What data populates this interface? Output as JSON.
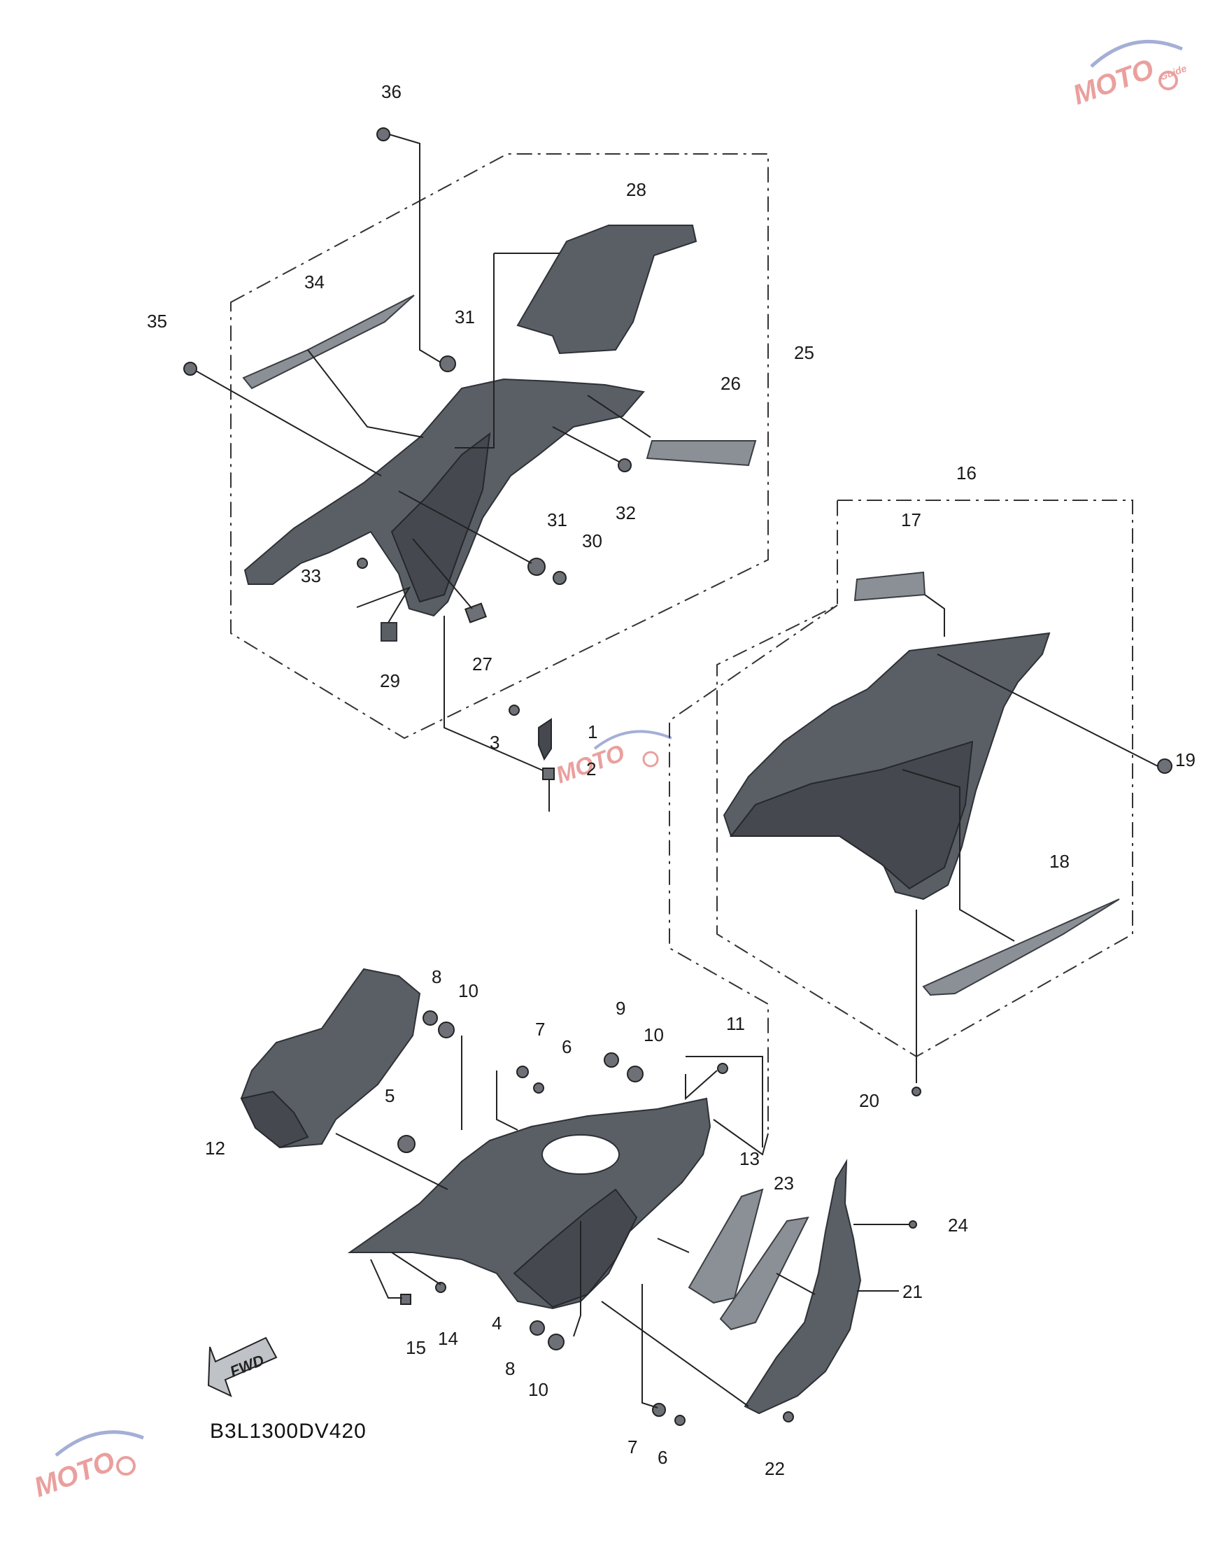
{
  "diagram_code": "B3L1300DV420",
  "fwd_label": "FWD",
  "watermark": {
    "main": "MOTO",
    "sub": "Guide",
    "accent": "#d9534f",
    "wing": "#5b6fb5"
  },
  "callouts": [
    "1",
    "2",
    "3",
    "4",
    "5",
    "6",
    "7",
    "8",
    "9",
    "10",
    "11",
    "12",
    "13",
    "14",
    "15",
    "16",
    "17",
    "18",
    "19",
    "20",
    "21",
    "22",
    "23",
    "24",
    "25",
    "26",
    "27",
    "28",
    "29",
    "30",
    "31",
    "32",
    "33",
    "34",
    "35",
    "36"
  ],
  "repeat_callouts": [
    "31",
    "6",
    "7",
    "8",
    "10"
  ]
}
